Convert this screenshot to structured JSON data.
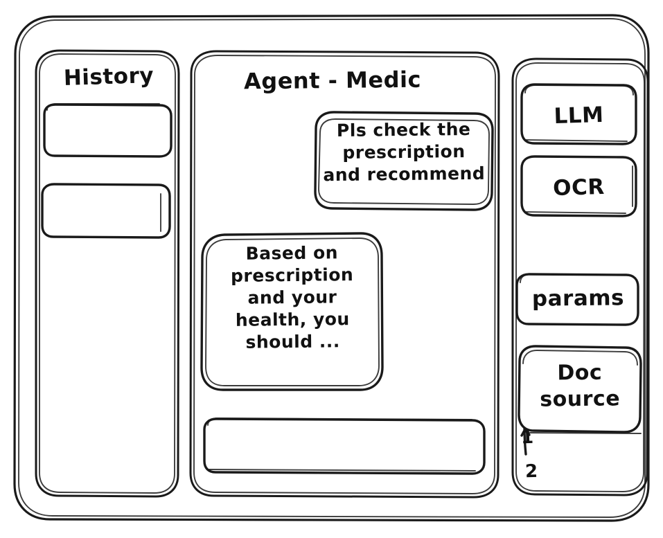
{
  "window": {
    "name": "agent-medic-wireframe",
    "stroke_color": "#1a1a1a",
    "background_color": "#ffffff"
  },
  "sidebar_left": {
    "title": "History",
    "items": [
      {
        "label": "",
        "name": "history-item-1"
      },
      {
        "label": "",
        "name": "history-item-2"
      }
    ]
  },
  "main": {
    "title": "Agent - Medic",
    "messages": [
      {
        "role": "user",
        "text": "Pls check the\nprescription\nand recommend"
      },
      {
        "role": "agent",
        "text": "Based on\nprescription\nand your\nhealth, you\nshould ..."
      }
    ],
    "composer": {
      "value": "",
      "placeholder": ""
    }
  },
  "sidebar_right": {
    "tools": [
      {
        "label": "LLM",
        "name": "tool-llm"
      },
      {
        "label": "OCR",
        "name": "tool-ocr"
      }
    ],
    "params": {
      "label": "params"
    },
    "doc_source": {
      "label": "Doc\nsource",
      "items": [
        {
          "label": "1"
        },
        {
          "label": "2"
        }
      ]
    }
  }
}
